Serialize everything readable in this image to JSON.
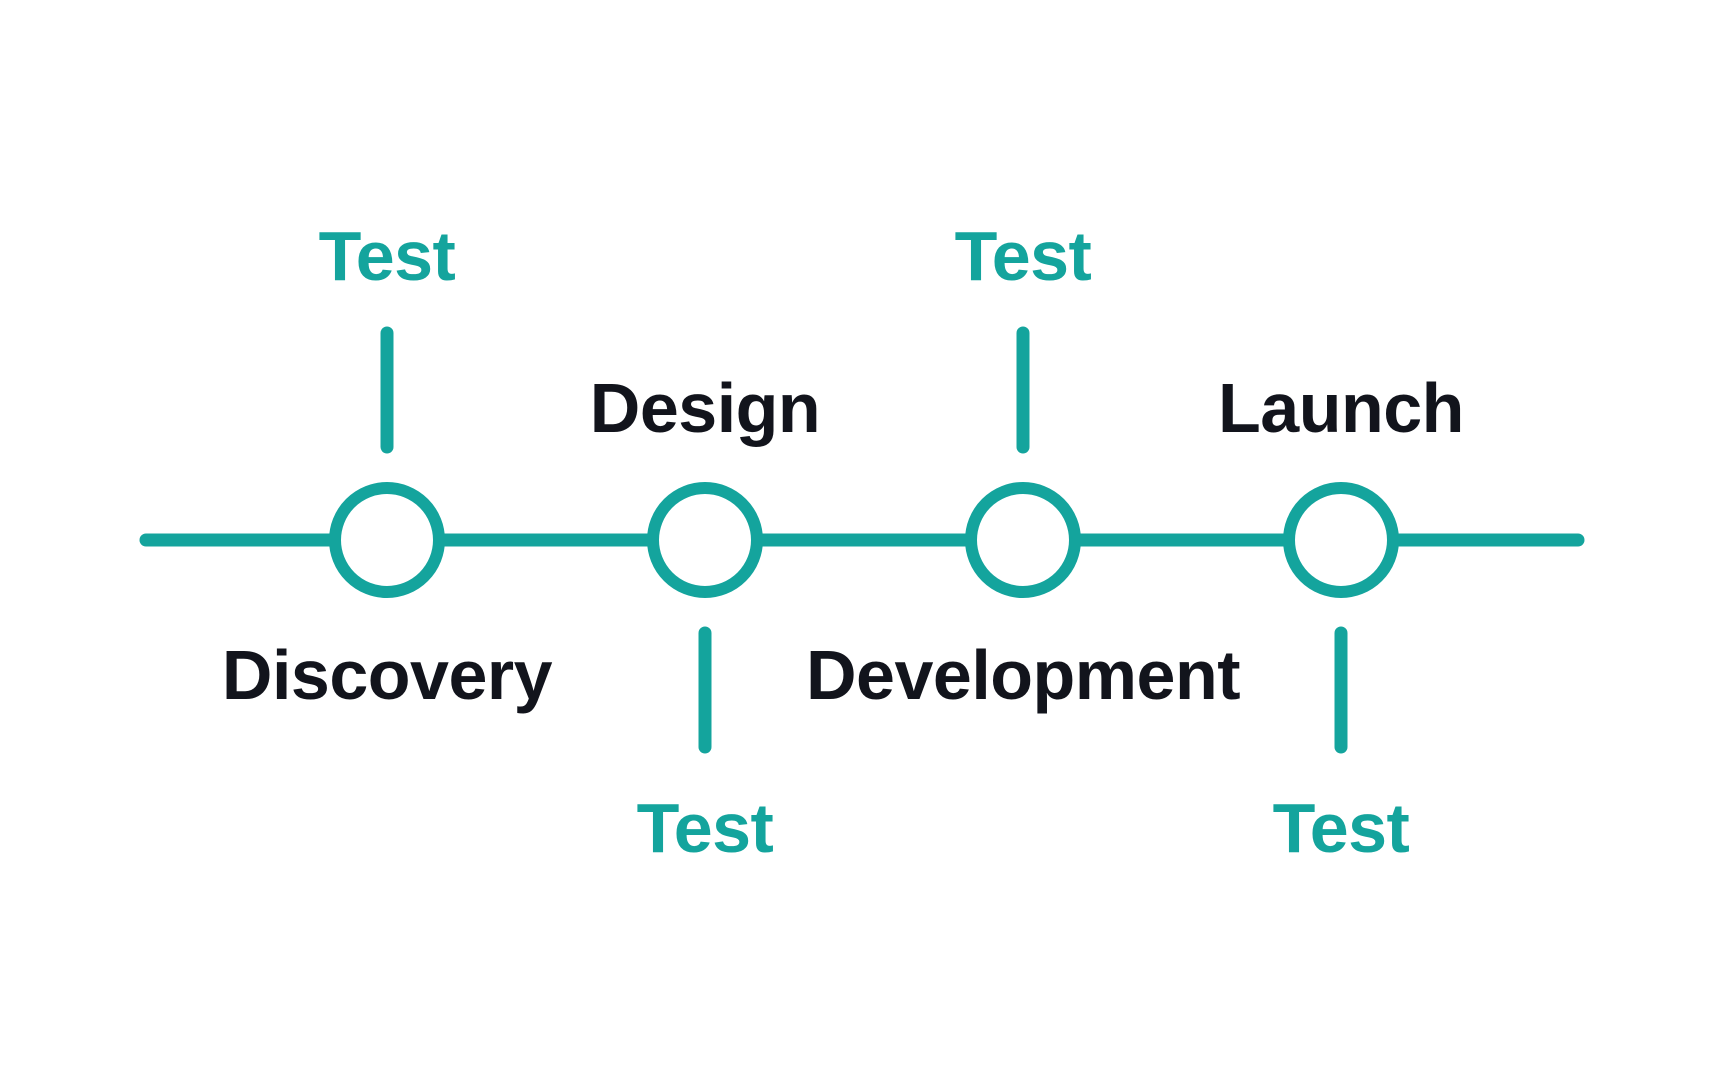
{
  "diagram": {
    "type": "project-timeline",
    "phases": [
      {
        "label": "Discovery",
        "side": "below"
      },
      {
        "label": "Design",
        "side": "above"
      },
      {
        "label": "Development",
        "side": "below"
      },
      {
        "label": "Launch",
        "side": "above"
      }
    ],
    "tests": [
      {
        "label": "Test",
        "side": "above"
      },
      {
        "label": "Test",
        "side": "below"
      },
      {
        "label": "Test",
        "side": "above"
      },
      {
        "label": "Test",
        "side": "below"
      }
    ],
    "colors": {
      "accent": "#14A49D",
      "text": "#12141C",
      "background": "#FFFFFF"
    }
  }
}
